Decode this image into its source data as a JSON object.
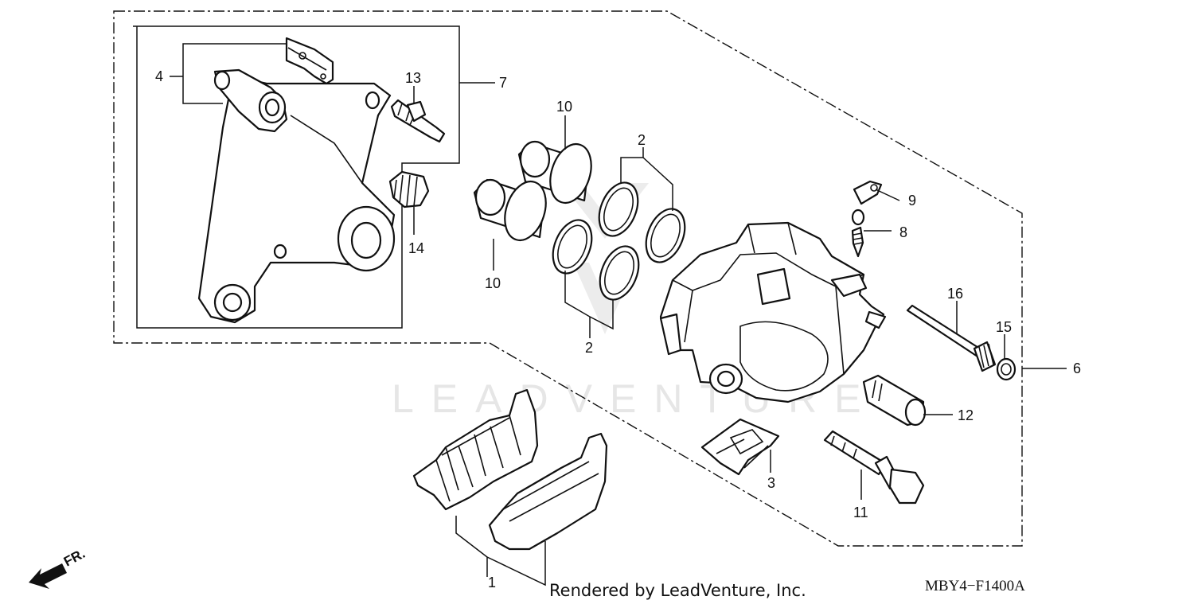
{
  "watermark": "LEADVENTURE",
  "footer": {
    "rendered_by": "Rendered by LeadVenture, Inc.",
    "diagram_code": "MBY4−F1400A"
  },
  "direction_marker": "FR.",
  "callouts": [
    {
      "id": "1",
      "text": "1"
    },
    {
      "id": "2a",
      "text": "2"
    },
    {
      "id": "2b",
      "text": "2"
    },
    {
      "id": "3",
      "text": "3"
    },
    {
      "id": "4",
      "text": "4"
    },
    {
      "id": "6",
      "text": "6"
    },
    {
      "id": "7",
      "text": "7"
    },
    {
      "id": "8",
      "text": "8"
    },
    {
      "id": "9",
      "text": "9"
    },
    {
      "id": "10a",
      "text": "10"
    },
    {
      "id": "10b",
      "text": "10"
    },
    {
      "id": "11",
      "text": "11"
    },
    {
      "id": "12",
      "text": "12"
    },
    {
      "id": "13",
      "text": "13"
    },
    {
      "id": "14",
      "text": "14"
    },
    {
      "id": "15",
      "text": "15"
    },
    {
      "id": "16",
      "text": "16"
    }
  ]
}
